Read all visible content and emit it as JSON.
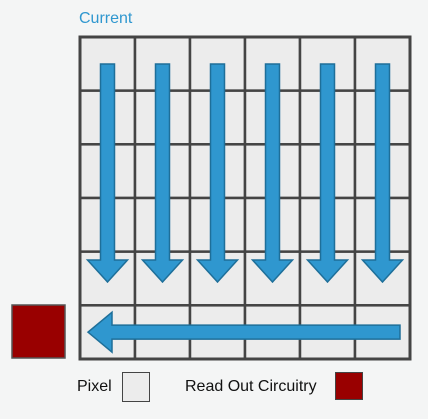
{
  "title": "Current",
  "grid": {
    "rows": 6,
    "cols": 6
  },
  "legend": {
    "pixel_label": "Pixel",
    "readout_label": "Read Out Circuitry"
  },
  "colors": {
    "background": "#f4f5f5",
    "pixel_fill": "#ececec",
    "grid_line": "#444444",
    "arrow": "#2f97cf",
    "arrow_stroke": "#1e6f99",
    "readout": "#990000",
    "title": "#2f97cf"
  },
  "elements": {
    "vertical_arrows": 6,
    "horizontal_arrow_direction": "left",
    "readout_block_position": "left of bottom row"
  }
}
